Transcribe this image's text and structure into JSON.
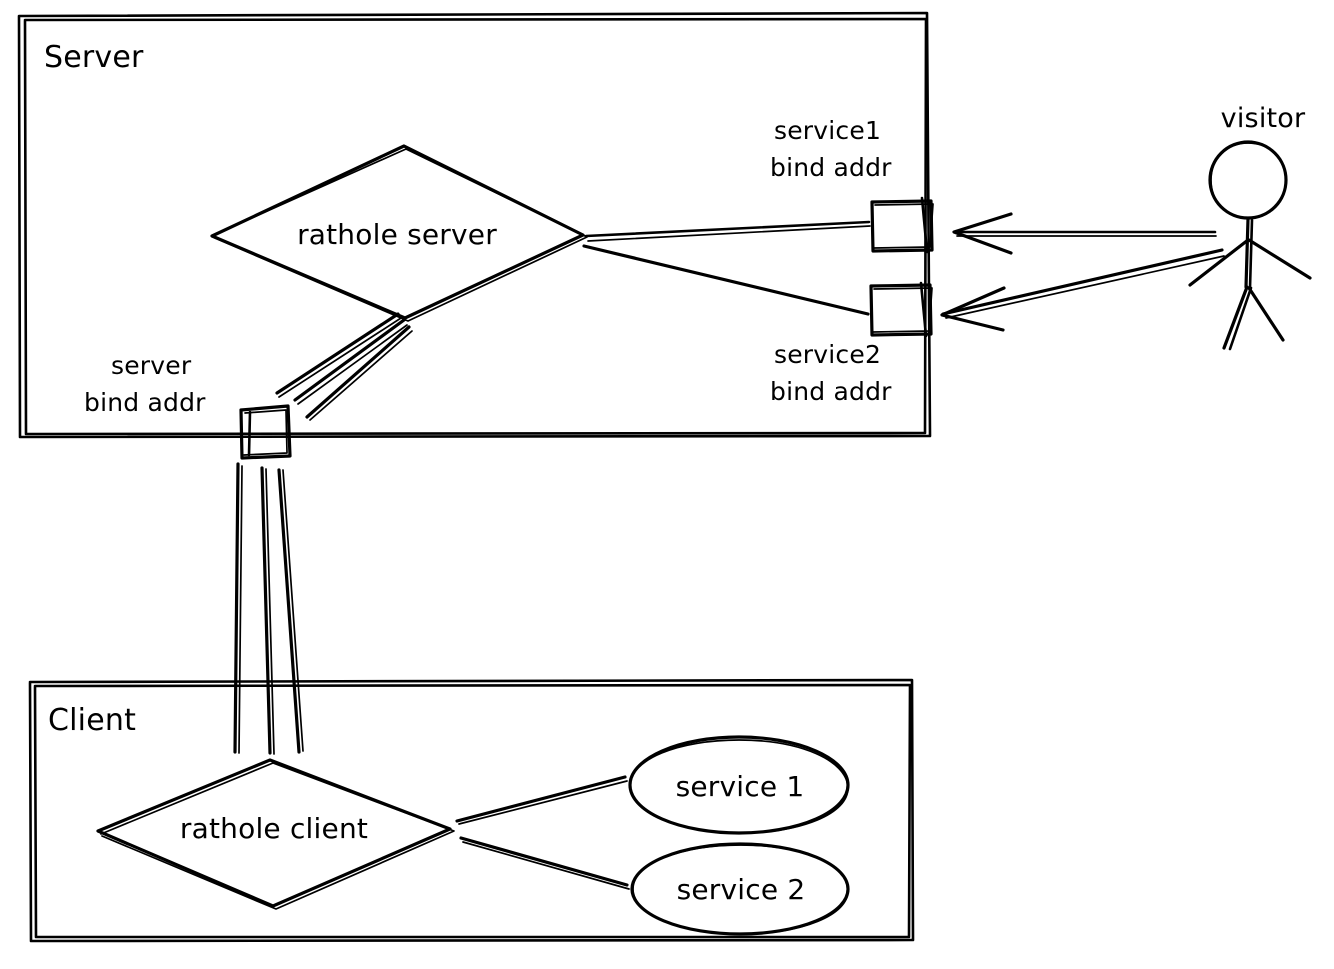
{
  "diagram": {
    "title": "rathole server/client architecture",
    "style": "hand-drawn",
    "stroke_color": "#000000",
    "background_color": "#ffffff"
  },
  "containers": [
    {
      "id": "server",
      "label": "Server"
    },
    {
      "id": "client",
      "label": "Client"
    }
  ],
  "nodes": {
    "rathole_server": {
      "label": "rathole server",
      "shape": "diamond"
    },
    "rathole_client": {
      "label": "rathole client",
      "shape": "diamond"
    },
    "service1_ellipse": {
      "label": "service 1",
      "shape": "ellipse"
    },
    "service2_ellipse": {
      "label": "service 2",
      "shape": "ellipse"
    },
    "service1_bind": {
      "label": "service1\nbind addr",
      "shape": "square"
    },
    "service2_bind": {
      "label": "service2\nbind addr",
      "shape": "square"
    },
    "server_bind": {
      "label": "server\nbind addr",
      "shape": "square"
    },
    "visitor": {
      "label": "visitor",
      "shape": "actor"
    }
  },
  "labels": {
    "server_container": "Server",
    "client_container": "Client",
    "rathole_server": "rathole server",
    "rathole_client": "rathole client",
    "service1_bind_line1": "service1",
    "service1_bind_line2": "bind addr",
    "service2_bind_line1": "service2",
    "service2_bind_line2": "bind addr",
    "server_bind_line1": "server",
    "server_bind_line2": "bind addr",
    "service1_ellipse": "service 1",
    "service2_ellipse": "service 2",
    "visitor": "visitor"
  },
  "connections": [
    {
      "from": "rathole_server",
      "to": "service1_bind",
      "arrow": false
    },
    {
      "from": "rathole_server",
      "to": "service2_bind",
      "arrow": false
    },
    {
      "from": "visitor",
      "to": "service1_bind",
      "arrow": true
    },
    {
      "from": "visitor",
      "to": "service2_bind",
      "arrow": true
    },
    {
      "from": "rathole_server",
      "to": "server_bind",
      "arrow": false
    },
    {
      "from": "server_bind",
      "to": "rathole_client",
      "arrow": false
    },
    {
      "from": "rathole_client",
      "to": "service1_ellipse",
      "arrow": false
    },
    {
      "from": "rathole_client",
      "to": "service2_ellipse",
      "arrow": false
    }
  ]
}
